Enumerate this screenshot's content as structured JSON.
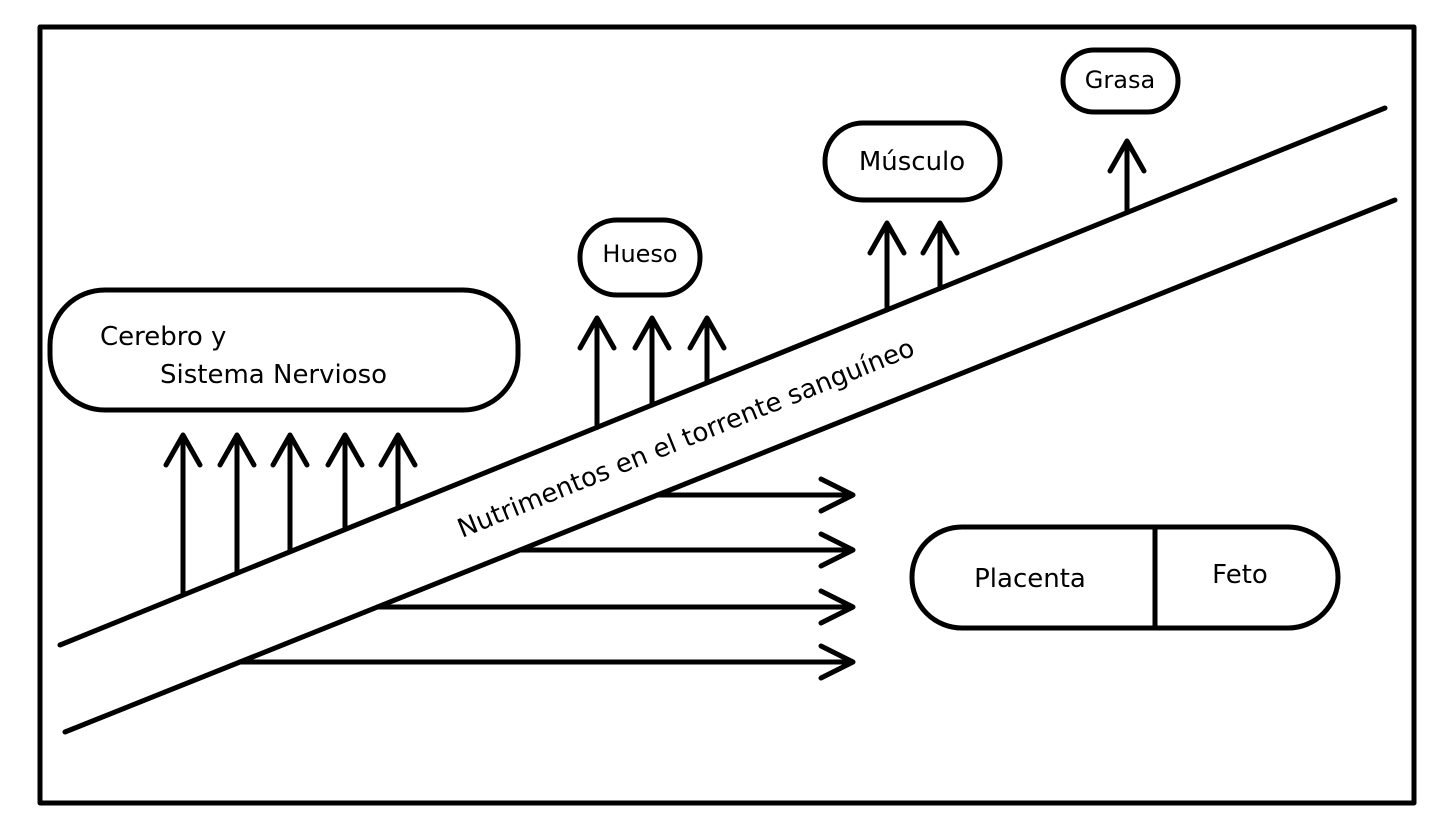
{
  "title": "Nutrimentos en el torrente sanguíneo",
  "organs": {
    "brain_line1": "Cerebro y",
    "brain_line2": "Sistema Nervioso",
    "bone": "Hueso",
    "muscle": "Músculo",
    "fat": "Grasa",
    "placenta": "Placenta",
    "fetus": "Feto"
  },
  "arrow_counts": {
    "brain": 5,
    "bone": 3,
    "muscle": 2,
    "fat": 1,
    "placenta": 4
  }
}
